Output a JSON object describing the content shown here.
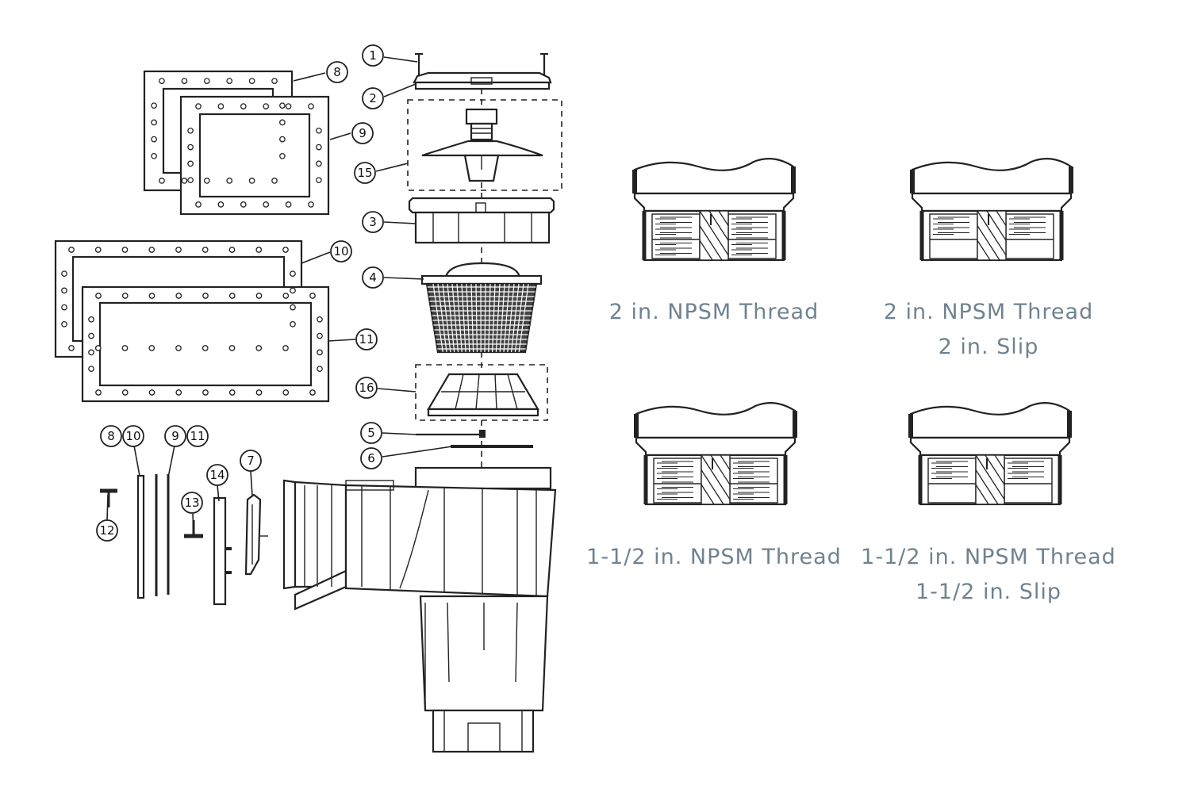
{
  "callouts": [
    {
      "id": "c1",
      "label": "1"
    },
    {
      "id": "c2",
      "label": "2"
    },
    {
      "id": "c3",
      "label": "3"
    },
    {
      "id": "c4",
      "label": "4"
    },
    {
      "id": "c5",
      "label": "5"
    },
    {
      "id": "c6",
      "label": "6"
    },
    {
      "id": "c7",
      "label": "7"
    },
    {
      "id": "c8",
      "label": "8"
    },
    {
      "id": "c9",
      "label": "9"
    },
    {
      "id": "c10",
      "label": "10"
    },
    {
      "id": "c11",
      "label": "11"
    },
    {
      "id": "c12",
      "label": "12"
    },
    {
      "id": "c13",
      "label": "13"
    },
    {
      "id": "c14",
      "label": "14"
    },
    {
      "id": "c15",
      "label": "15"
    },
    {
      "id": "c16",
      "label": "16"
    },
    {
      "id": "c8b",
      "label": "8"
    },
    {
      "id": "c10b",
      "label": "10"
    },
    {
      "id": "c9b",
      "label": "9"
    },
    {
      "id": "c11b",
      "label": "11"
    }
  ],
  "fittings": [
    {
      "line1": "2 in. NPSM Thread",
      "line2": ""
    },
    {
      "line1": "2 in. NPSM Thread",
      "line2": "2 in. Slip"
    },
    {
      "line1": "1-1/2 in. NPSM Thread",
      "line2": ""
    },
    {
      "line1": "1-1/2 in. NPSM Thread",
      "line2": "1-1/2 in. Slip"
    }
  ],
  "colors": {
    "line": "#222222",
    "caption": "#6f8290"
  }
}
